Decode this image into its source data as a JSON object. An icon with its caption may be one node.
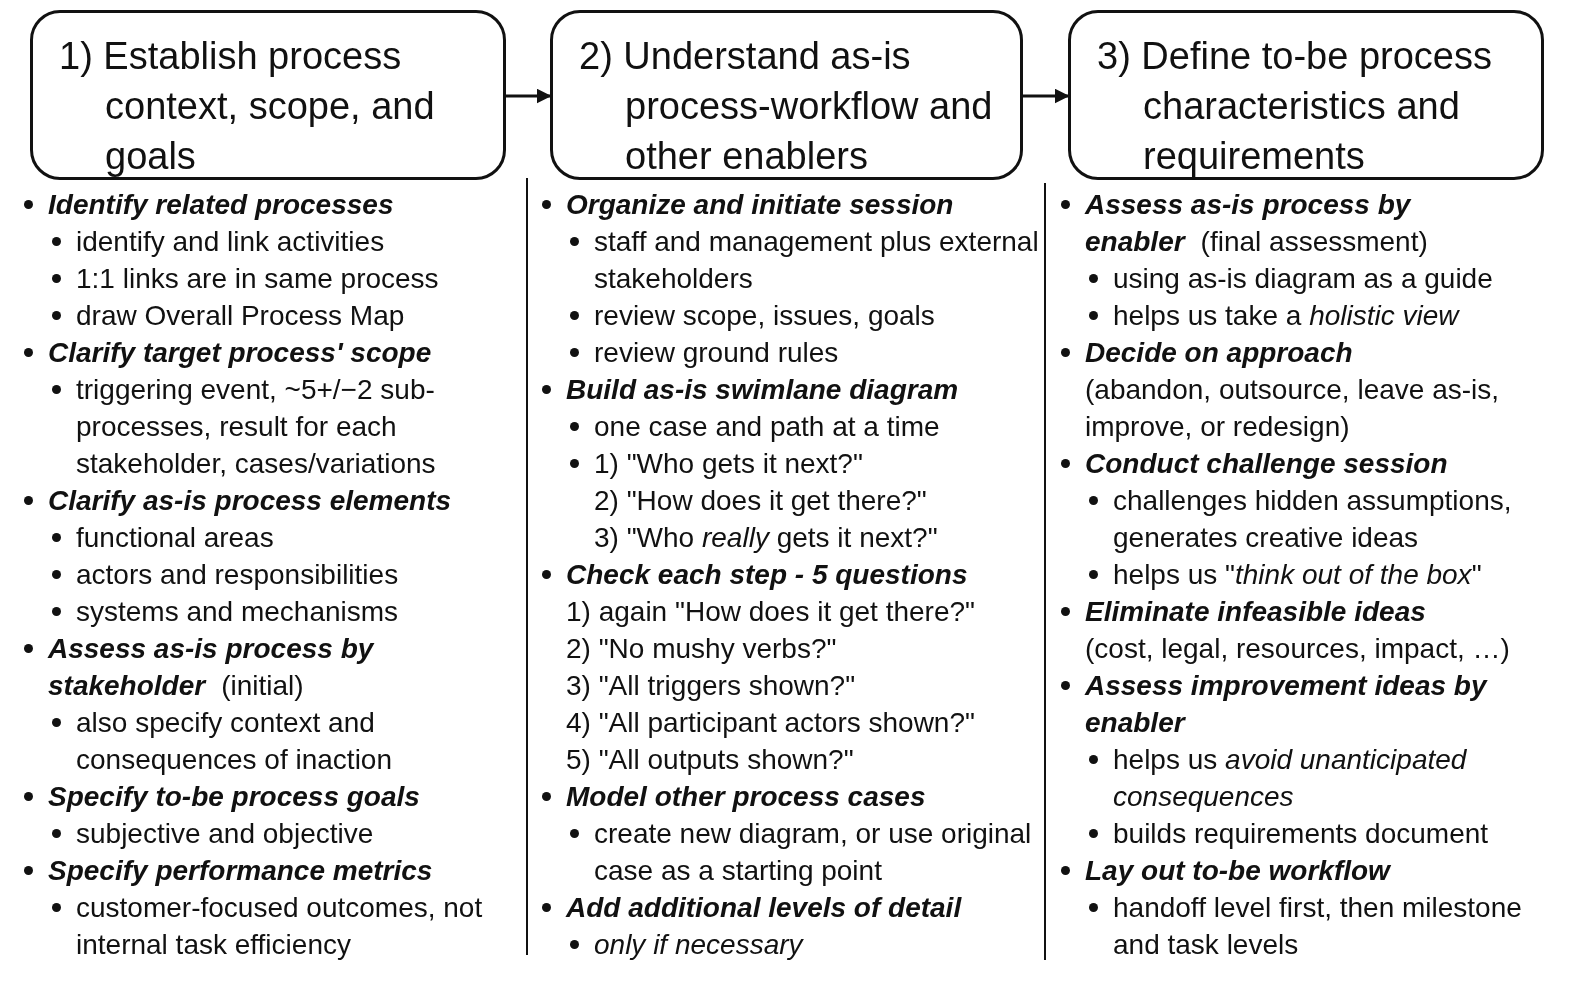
{
  "diagram": {
    "nodes": [
      {
        "text": [
          "1) Establish process context, scope, and goals"
        ]
      },
      {
        "text": [
          "2) Understand as-is process-workflow and other enablers"
        ]
      },
      {
        "text": [
          "3) Define to-be process characteristics and requirements"
        ]
      }
    ],
    "edges": [
      {
        "from": 0,
        "to": 1,
        "arrow": "to"
      },
      {
        "from": 1,
        "to": 2,
        "arrow": "to"
      }
    ],
    "labels": [
      "Identify related processes",
      "identify and link activities",
      "1:1 links are in same process",
      "draw Overall Process Map",
      "Clarify target process' scope",
      "triggering event, ~5+/−2 sub-processes, result for each stakeholder, cases/variations",
      "Clarify as-is process elements",
      "functional areas",
      "actors and responsibilities",
      "systems and mechanisms",
      "Assess as-is process by stakeholder",
      "(initial)",
      "also specify context and consequences of inaction",
      "Specify to-be process goals",
      "subjective and objective",
      "Specify performance metrics",
      "customer-focused outcomes, not internal task efficiency",
      "Organize and initiate session",
      "staff and management plus external stakeholders",
      "review scope, issues, goals",
      "review ground rules",
      "Build as-is swimlane diagram",
      "one case and path at a time",
      "1) \"Who gets it next?\"",
      "2) \"How does it get there?\"",
      "3) \"Who *really* gets it next?\"",
      "Check each step - 5 questions",
      "1) again \"How does it get there?\"",
      "2) \"No mushy verbs?\"",
      "3) \"All triggers shown?\"",
      "4) \"All participant actors shown?\"",
      "5) \"All outputs shown?\"",
      "Model other process cases",
      "create new diagram, or use original case as a starting point",
      "Add additional levels of detail",
      "only if necessary",
      "Assess as-is process by enabler",
      "(final assessment)",
      "using as-is diagram as a guide",
      "helps us take a *holistic view*",
      "Decide on approach",
      "(abandon, outsource, leave as-is, improve, or redesign)",
      "Conduct challenge session",
      "challenges hidden assumptions, generates creative ideas",
      "helps us \"*think out of the box*\"",
      "Eliminate infeasible ideas",
      "(cost, legal, resources, impact, …)",
      "Assess improvement ideas by enabler",
      "helps us *avoid unanticipated consequences*",
      "builds requirements document",
      "Lay out to-be workflow",
      "handoff level first, then milestone and task levels"
    ]
  }
}
